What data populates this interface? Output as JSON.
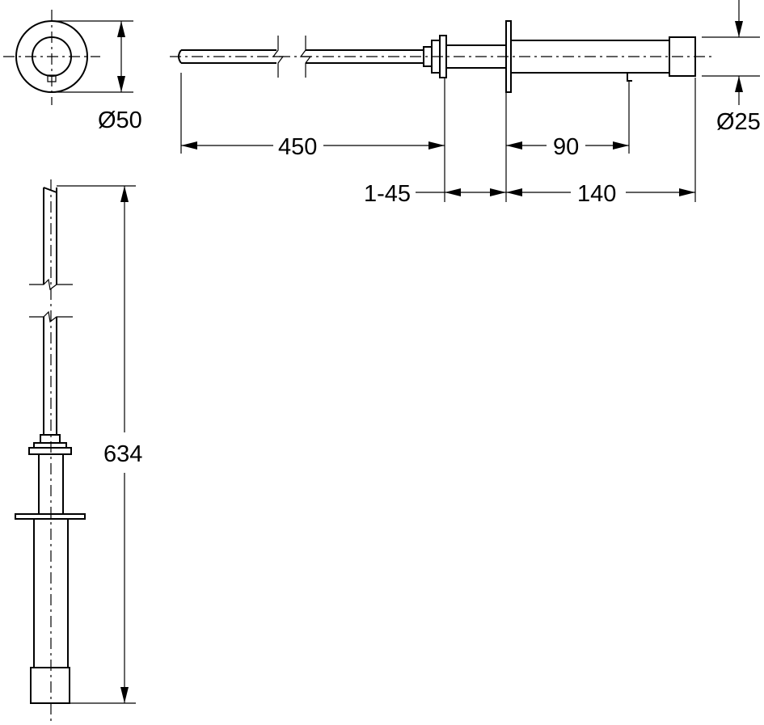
{
  "dimensions": {
    "diameter_flange": "Ø50",
    "diameter_spout": "Ø25",
    "length_rod": "450",
    "length_to_outlet": "90",
    "adjust_range": "1-45",
    "projection": "140",
    "total_height": "634"
  }
}
